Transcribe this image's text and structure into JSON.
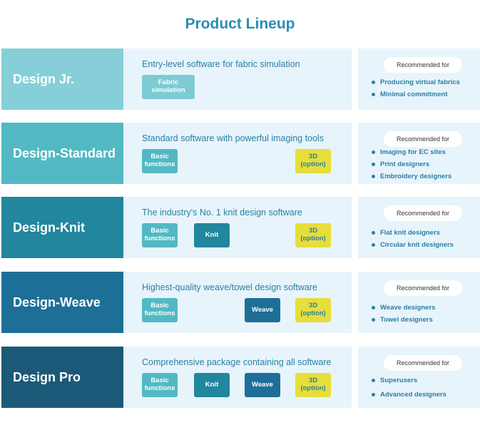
{
  "title": "Product Lineup",
  "rec_label": "Recommended for",
  "colors": {
    "design_jr": "#86cfd8",
    "design_standard": "#52b9c4",
    "design_knit": "#22869e",
    "design_weave": "#1d6f98",
    "design_pro": "#1c5878",
    "tag_option": "#e7de3a"
  },
  "rows": [
    {
      "name": "Design Jr.",
      "description": "Entry-level software for fabric simulation",
      "tags": {
        "fabric": "Fabric simulation"
      },
      "recommended": [
        "Producing virtual fabrics",
        "Minimal commitment"
      ]
    },
    {
      "name": "Design-Standard",
      "description": "Standard software with powerful imaging tools",
      "tags": {
        "basic": "Basic functions",
        "option": "3D (option)"
      },
      "recommended": [
        "Imaging for EC sites",
        "Print designers",
        "Embroidery designers"
      ]
    },
    {
      "name": "Design-Knit",
      "description": "The industry's No. 1 knit design software",
      "tags": {
        "basic": "Basic functions",
        "knit": "Knit",
        "option": "3D (option)"
      },
      "recommended": [
        "Flat knit designers",
        "Circular knit designers"
      ]
    },
    {
      "name": "Design-Weave",
      "description": "Highest-quality weave/towel design software",
      "tags": {
        "basic": "Basic functions",
        "weave": "Weave",
        "option": "3D (option)"
      },
      "recommended": [
        "Weave designers",
        "Towel designers"
      ]
    },
    {
      "name": "Design Pro",
      "description": "Comprehensive package containing all software",
      "tags": {
        "basic": "Basic functions",
        "knit": "Knit",
        "weave": "Weave",
        "option": "3D (option)"
      },
      "recommended": [
        "Superusers",
        "Advanced designers"
      ]
    }
  ]
}
